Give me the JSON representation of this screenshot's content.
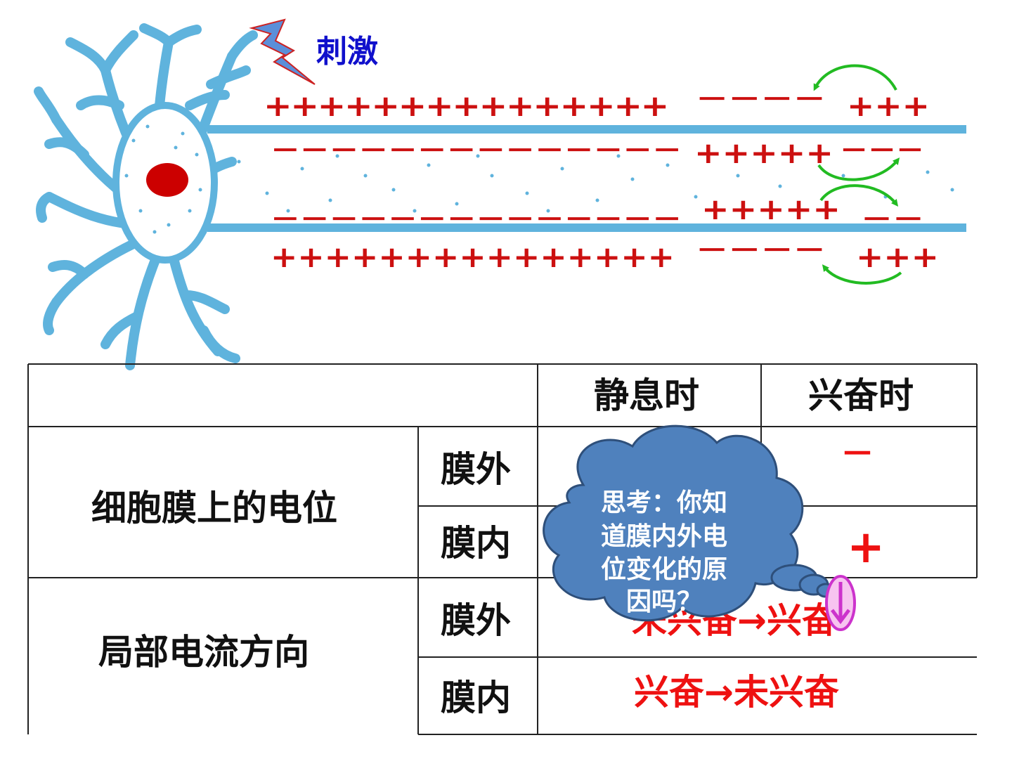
{
  "stimulus": {
    "label": "刺激",
    "color": "#1010cc"
  },
  "charges": {
    "outer_top_rest": "+++++++++++++++",
    "outer_top_excited": "－－－－",
    "outer_top_ahead": "+++",
    "inner_top_rest": "－－－－－－－－－－－－－－",
    "inner_top_excited": "+++++",
    "inner_top_ahead": "－－－",
    "inner_bottom_rest": "－－－－－－－－－－－－－－",
    "inner_bottom_excited": "+++++",
    "inner_bottom_ahead": "－－",
    "outer_bottom_rest": "+++++++++++++++",
    "outer_bottom_excited": "－－－－",
    "outer_bottom_ahead": "+++"
  },
  "table": {
    "col_resting": "静息时",
    "col_excited": "兴奋时",
    "row_potential": "细胞膜上的电位",
    "row_current": "局部电流方向",
    "outside": "膜外",
    "inside": "膜内",
    "excited_outside_value": "－",
    "excited_inside_value": "+",
    "current_outside_value": "未兴奋→兴奋",
    "current_inside_value": "兴奋→未兴奋"
  },
  "thought_bubble": {
    "lines": [
      "思考：你知",
      "道膜内外电",
      "位变化的原",
      "因吗？"
    ]
  },
  "colors": {
    "neuron": "#5fb3dd",
    "nucleus": "#cc0000",
    "charge": "#cc1010",
    "current_arrow": "#22bb22",
    "cloud_fill": "#4f81bd",
    "cloud_stroke": "#2e4f7a",
    "answer_red": "#ee1111",
    "nav_button": "#cc33cc"
  }
}
